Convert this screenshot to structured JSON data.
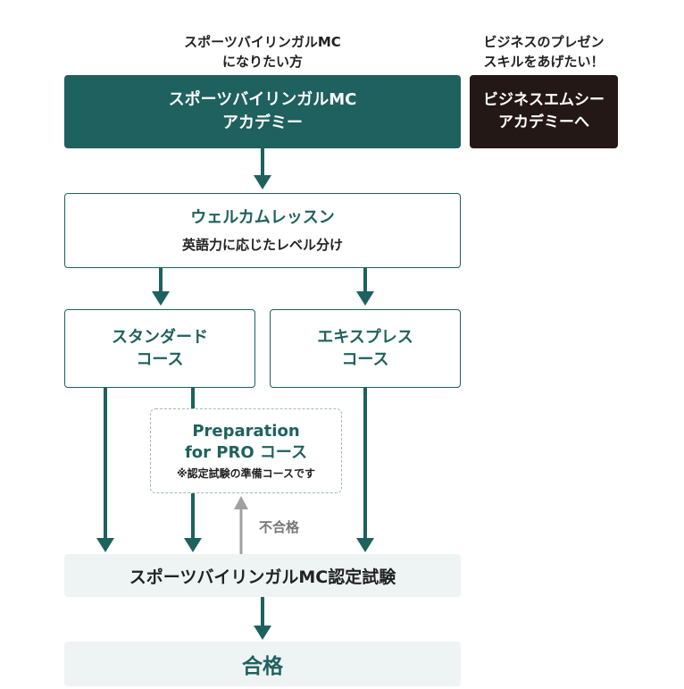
{
  "captions": {
    "left": [
      "スポーツバイリンガルMC",
      "になりたい方"
    ],
    "right": [
      "ビジネスのプレゼン",
      "スキルをあげたい！"
    ]
  },
  "boxes": {
    "academy": [
      "スポーツバイリンガルMC",
      "アカデミー"
    ],
    "business": [
      "ビジネスエムシー",
      "アカデミーへ"
    ],
    "welcome": {
      "title": "ウェルカムレッスン",
      "subtitle": "英語力に応じたレベル分け"
    },
    "standard": [
      "スタンダード",
      "コース"
    ],
    "express": [
      "エキスプレス",
      "コース"
    ],
    "prep": {
      "lines": [
        "Preparation",
        "for PRO コース"
      ],
      "note": "※認定試験の準備コースです"
    },
    "exam": "スポーツバイリンガルMC認定試験",
    "pass": "合格"
  },
  "labels": {
    "fail": "不合格"
  },
  "colors": {
    "primary": "#1e615e",
    "dark": "#231815",
    "light_bg": "#eef4f3",
    "gray_arrow": "#a0a0a0"
  }
}
